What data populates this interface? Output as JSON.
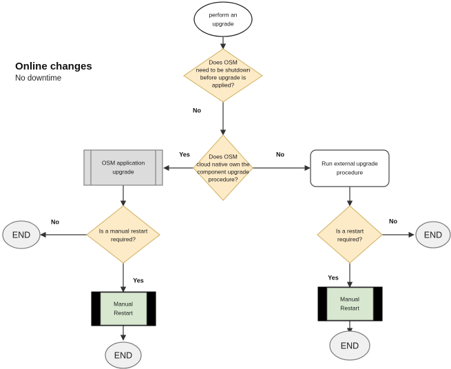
{
  "title": {
    "heading": "Online changes",
    "subheading": "No downtime"
  },
  "colors": {
    "decision_fill": "#fdebc8",
    "decision_stroke": "#d6b970",
    "process_fill": "#dcdcdc",
    "process_stroke": "#808080",
    "external_fill": "#ffffff",
    "external_stroke": "#444444",
    "restart_fill": "#d8e8d0",
    "restart_bar": "#000000",
    "terminator_fill": "#f0f0f0",
    "terminator_stroke": "#808080",
    "connector": "#333333",
    "text": "#1a1a1a"
  },
  "nodes": {
    "start": {
      "label_line1": "perform an",
      "label_line2": "upgrade",
      "shape": "ellipse"
    },
    "decision_shutdown": {
      "label_line1": "Does OSM",
      "label_line2": "need to be shutdown",
      "label_line3": "before upgrade is",
      "label_line4": "applied?",
      "shape": "diamond"
    },
    "decision_cloud_native": {
      "label_line1": "Does OSM",
      "label_line2": "cloud native own the",
      "label_line3": "component upgrade",
      "label_line4": "procedure?",
      "shape": "diamond"
    },
    "osm_app_upgrade": {
      "label_line1": "OSM application",
      "label_line2": "upgrade",
      "shape": "predefined-process"
    },
    "run_external": {
      "label_line1": "Run external  upgrade",
      "label_line2": "procedure",
      "shape": "rounded-rectangle"
    },
    "decision_manual_restart": {
      "label_line1": "Is a manual restart",
      "label_line2": "required?",
      "shape": "diamond"
    },
    "decision_restart": {
      "label_line1": "Is a restart",
      "label_line2": "required?",
      "shape": "diamond"
    },
    "manual_restart_left": {
      "label_line1": "Manual",
      "label_line2": "Restart",
      "shape": "banded-process"
    },
    "manual_restart_right": {
      "label_line1": "Manual",
      "label_line2": "Restart",
      "shape": "banded-process"
    },
    "end_left": {
      "label": "END",
      "shape": "ellipse"
    },
    "end_bottom_left": {
      "label": "END",
      "shape": "ellipse"
    },
    "end_right": {
      "label": "END",
      "shape": "ellipse"
    },
    "end_bottom_right": {
      "label": "END",
      "shape": "ellipse"
    }
  },
  "edge_labels": {
    "shutdown_no": "No",
    "cloud_native_yes": "Yes",
    "cloud_native_no": "No",
    "manual_restart_no": "No",
    "manual_restart_yes": "Yes",
    "restart_no": "No",
    "restart_yes": "Yes"
  }
}
